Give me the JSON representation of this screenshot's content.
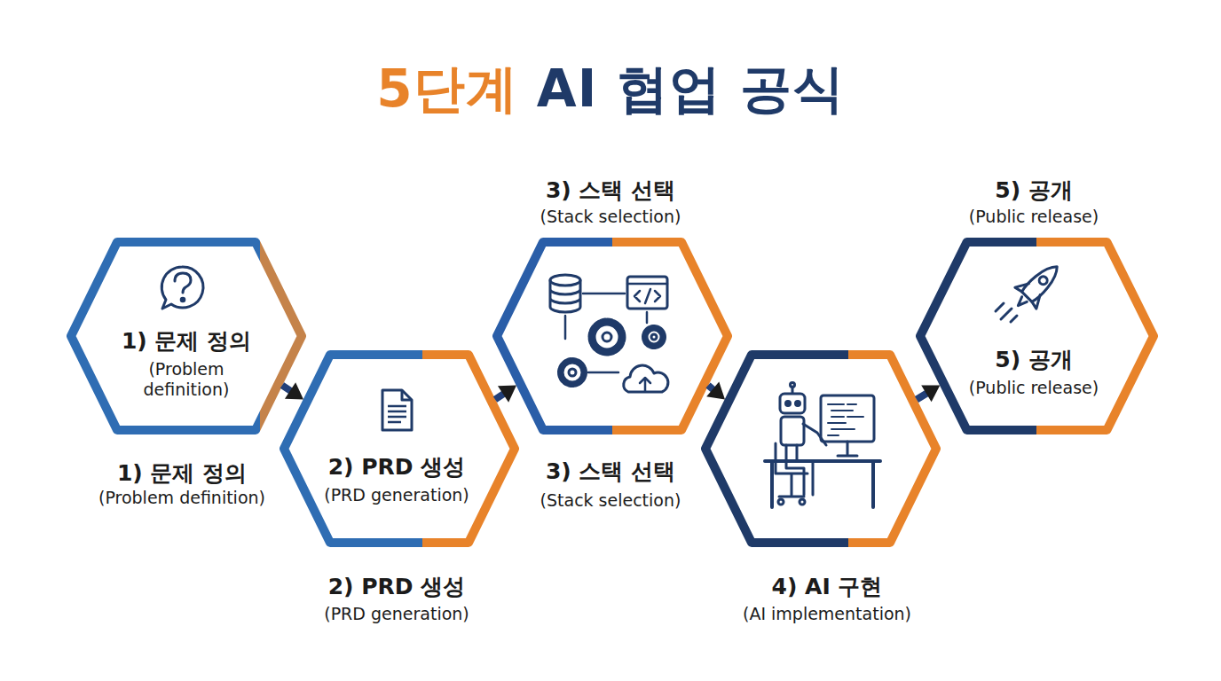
{
  "diagram": {
    "title": "5단계 AI 협업 공식",
    "nodes": [
      {
        "text": [
          "1) 문제 정의",
          "(Problem definition)",
          "1) 문제 정의",
          "(Problem definition)"
        ]
      },
      {
        "text": [
          "2) PRD 생성",
          "(PRD generation)",
          "2) PRD 생성",
          "(PRD generation)"
        ]
      },
      {
        "text": [
          "3) 스택 선택",
          "(Stack selection)",
          "3) 스택 선택",
          "(Stack selection)"
        ]
      },
      {
        "text": [
          "4) AI 구현",
          "(AI implementation)"
        ]
      },
      {
        "text": [
          "5) 공개",
          "(Public release)",
          "5) 공개",
          "(Public release)"
        ]
      }
    ],
    "edges": [
      {
        "from": 0,
        "to": 1,
        "arrow": "to"
      },
      {
        "from": 1,
        "to": 2,
        "arrow": "to"
      },
      {
        "from": 2,
        "to": 3,
        "arrow": "to"
      },
      {
        "from": 3,
        "to": 4,
        "arrow": "to"
      }
    ]
  }
}
